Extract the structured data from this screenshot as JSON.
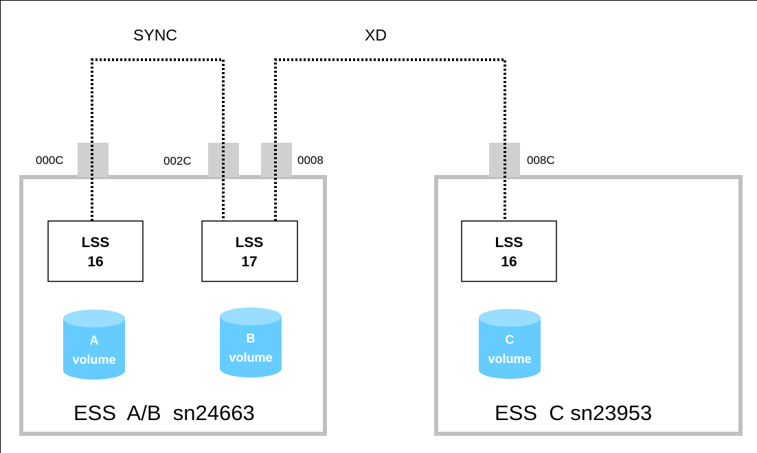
{
  "links": {
    "sync_label": "SYNC",
    "xd_label": "XD"
  },
  "ess_ab": {
    "title": "ESS  A/B  sn24663",
    "ports": [
      "000C",
      "002C",
      "0008"
    ],
    "lss": [
      {
        "line1": "LSS",
        "line2": "16"
      },
      {
        "line1": "LSS",
        "line2": "17"
      }
    ],
    "volumes": [
      {
        "letter": "A",
        "word": "volume"
      },
      {
        "letter": "B",
        "word": "volume"
      }
    ]
  },
  "ess_c": {
    "title": "ESS  C sn23953",
    "ports": [
      "008C"
    ],
    "lss": [
      {
        "line1": "LSS",
        "line2": "16"
      }
    ],
    "volumes": [
      {
        "letter": "C",
        "word": "volume"
      }
    ]
  },
  "colors": {
    "ess_border": "#c0c0c0",
    "port_fill": "#d0d0d0",
    "volume_fill": "#66ccff",
    "volume_top": "#99ddff"
  }
}
